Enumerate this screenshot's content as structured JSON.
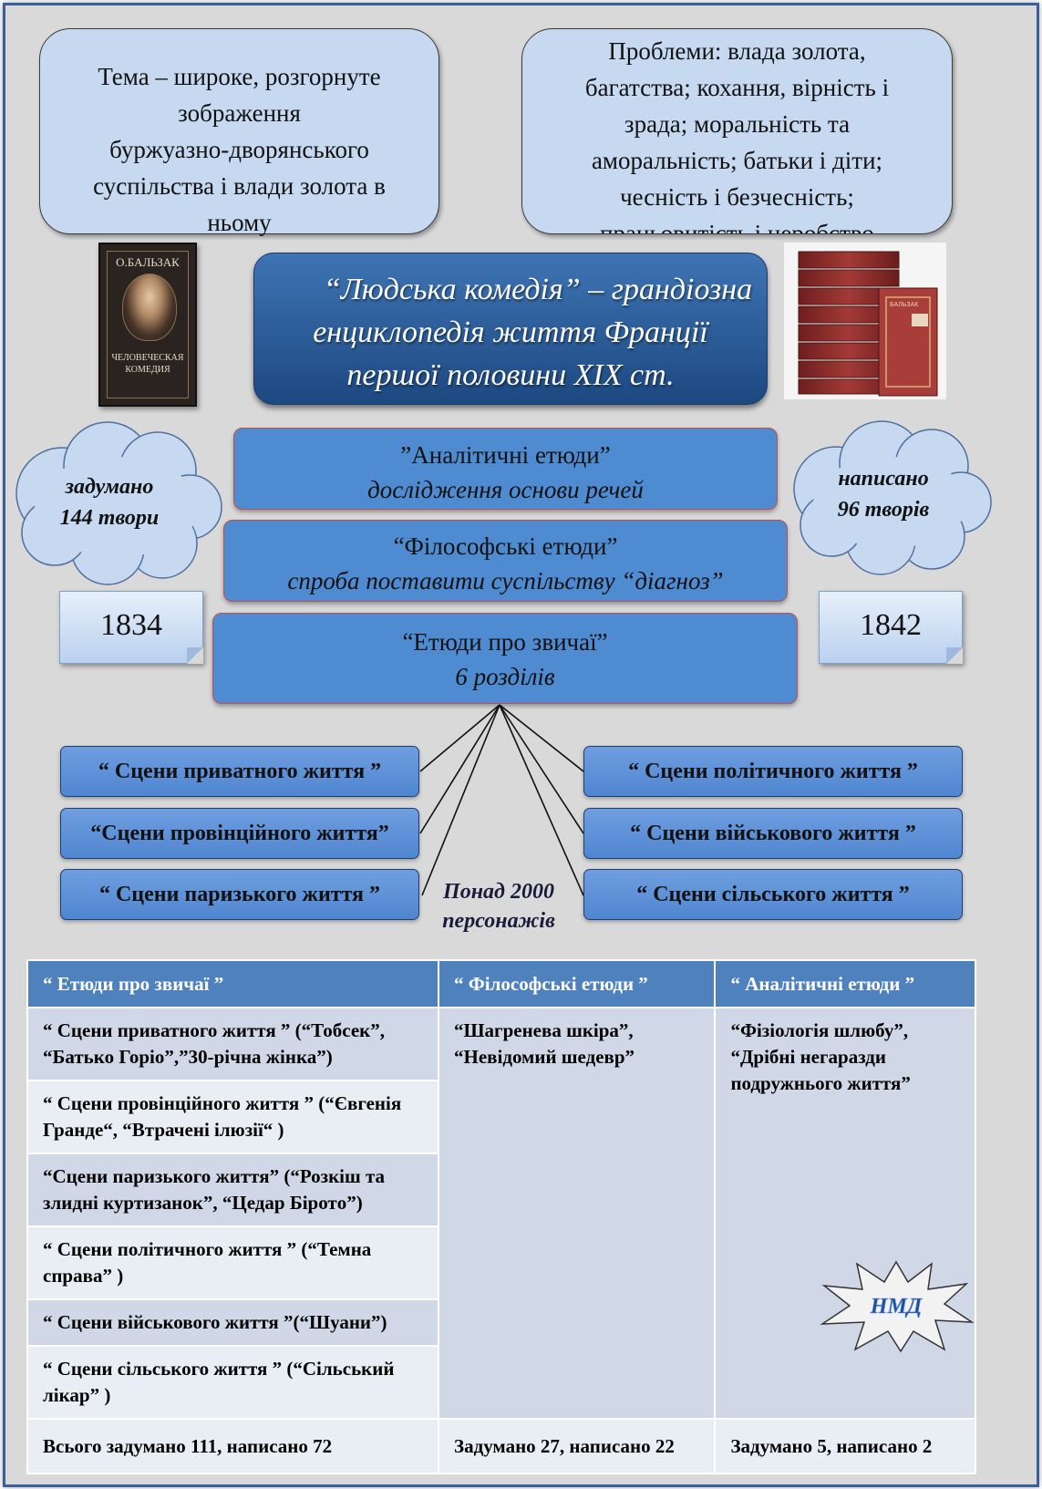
{
  "theme": {
    "lines": [
      "Тема – широке, розгорнуте",
      "зображення",
      "буржуазно-дворянського",
      "суспільства і влади золота в",
      "ньому"
    ]
  },
  "problems": {
    "lines": [
      "Проблеми: влада золота,",
      "багатства; кохання, вірність і",
      "зрада; моральність та",
      "аморальність; батьки і діти;",
      "чесність і безчесність;",
      "працьовитість і неробство"
    ]
  },
  "book_left": {
    "author": "О.БАЛЬЗАК",
    "title_line1": "ЧЕЛОВЕЧЕСКАЯ",
    "title_line2": "КОМЕДИЯ"
  },
  "book_right": {
    "spine_text": "БАЛЬЗАК"
  },
  "main_title": {
    "lines": [
      "“Людська комедія” – грандіозна",
      "енциклопедія життя Франції",
      "першої половини ХІХ ст."
    ]
  },
  "cloud_left": {
    "line1": "задумано",
    "line2": "144 твори"
  },
  "cloud_right": {
    "line1": "написано",
    "line2": "96 творів"
  },
  "year_left": "1834",
  "year_right": "1842",
  "etudes": {
    "analytic": {
      "name": "”Аналітичні етюди”",
      "desc": "дослідження основи речей"
    },
    "philosophic": {
      "name": "“Філософські етюди”",
      "desc": "спроба поставити суспільству “діагноз”"
    },
    "manners": {
      "name": "“Етюди про звичаї”",
      "desc": "6 розділів"
    }
  },
  "scenes_left": [
    "“ Сцени приватного життя ”",
    "“Сцени провінційного життя”",
    "“ Сцени паризького життя ”"
  ],
  "scenes_right": [
    "“ Сцени політичного життя ”",
    "“ Сцени військового життя ”",
    "“ Сцени сільського життя ”"
  ],
  "persons": {
    "line1": "Понад 2000",
    "line2": "персонажів"
  },
  "badge": "НМД",
  "table": {
    "headers": [
      "“ Етюди про звичаї ”",
      "“ Філософські етюди ”",
      "“ Аналітичні етюди ”"
    ],
    "col1_rows": [
      "“ Сцени приватного життя ” (“Тобсек”, “Батько Горіо”,”30-річна жінка”)",
      "“ Сцени провінційного життя ” (“Євгенія Гранде“, “Втрачені ілюзії“ )",
      "“Сцени паризького життя” (“Розкіш та злидні куртизанок”, “Цедар Біротo”)",
      "“ Сцени політичного життя ”  (“Темна справа” )",
      "“ Сцени військового життя ”(“Шуани”)",
      "“ Сцени сільського життя ” (“Сільський лікар” )"
    ],
    "col2_text": "“Шагренева шкіра”, “Невідомий шедевр”",
    "col3_text": "“Фізіологія шлюбу”, “Дрібні негаразди подружнього життя”",
    "totals": [
      "Всього задумано 111, написано  72",
      "Задумано 27, написано  22",
      "Задумано 5, написано 2"
    ]
  },
  "colors": {
    "frame": "#3a5f9a",
    "background": "#d9d9d9",
    "bubble": "#c6d9f1",
    "title_box": "#1f4e8c",
    "etude_box": "#4f8bd1",
    "etude_border": "#c0504d",
    "table_header": "#4f81bd",
    "cloud": "#c6d9f1"
  }
}
